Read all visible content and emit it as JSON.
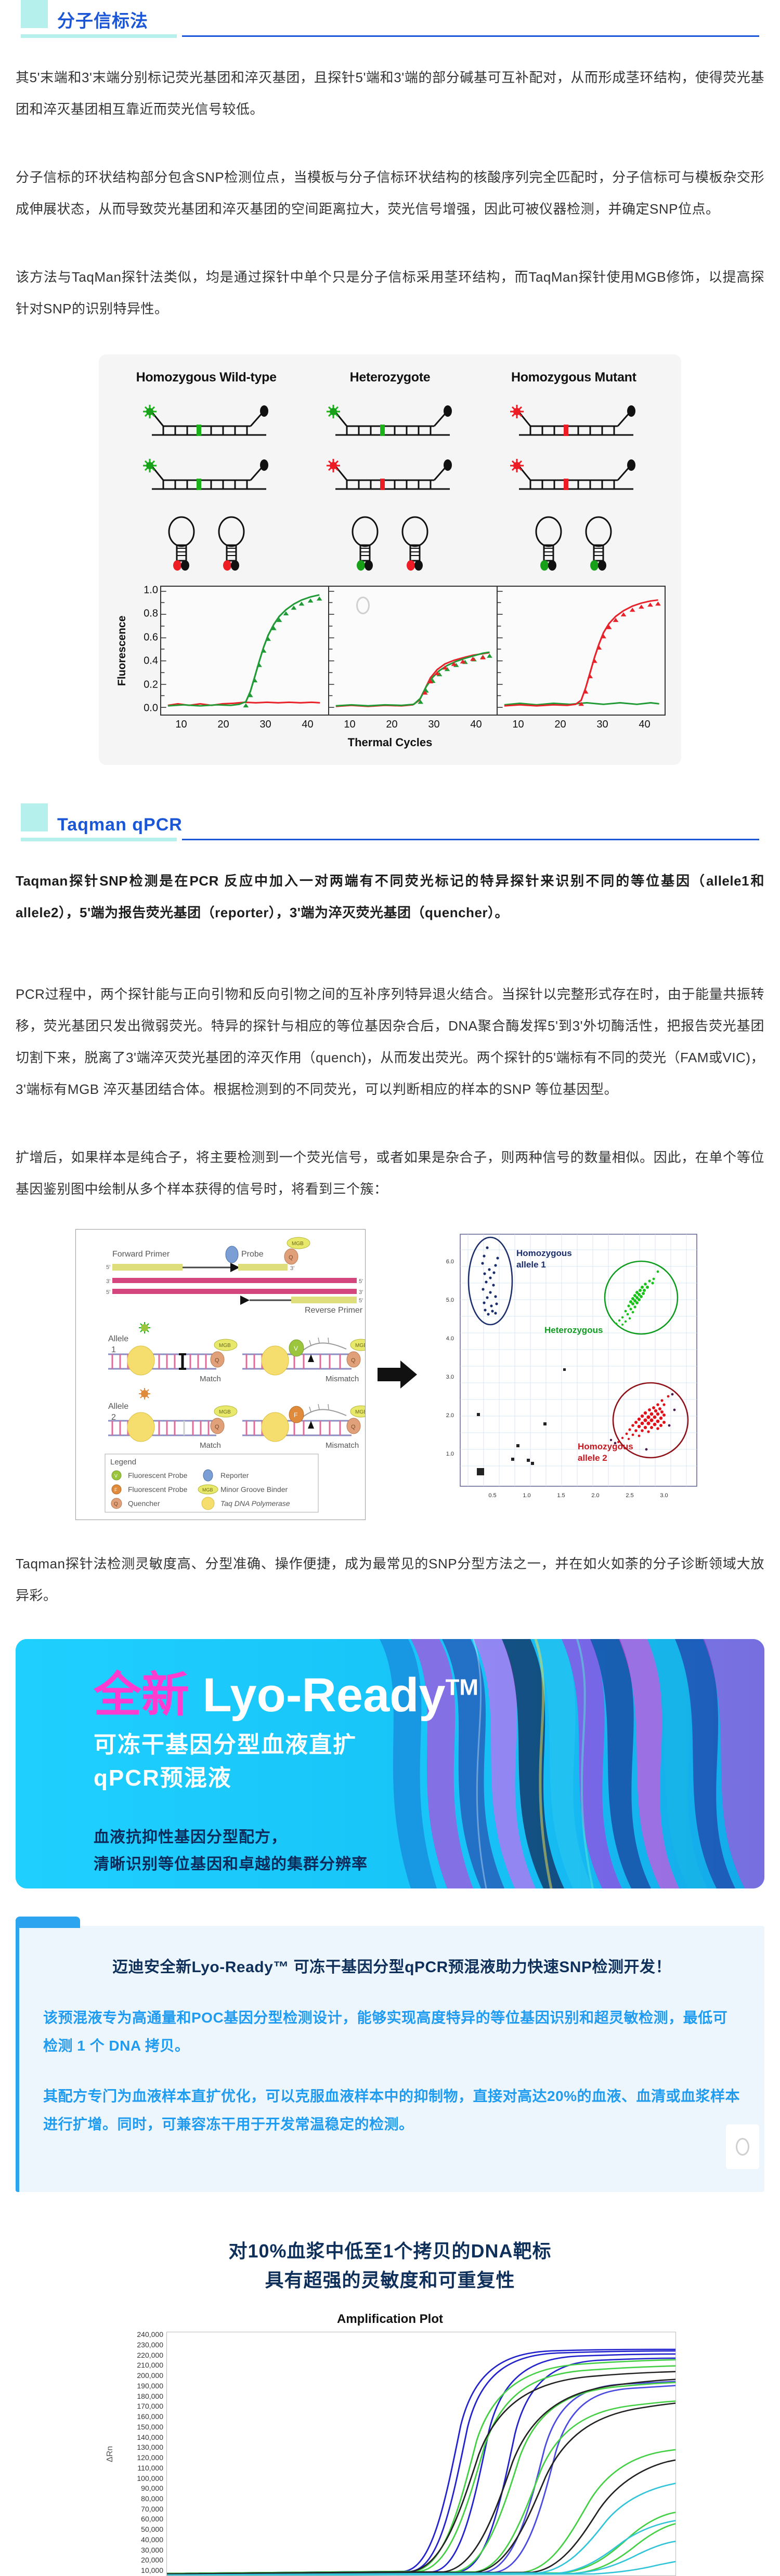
{
  "sections": [
    {
      "id": "molecular-beacon",
      "title": "分子信标法",
      "paragraphs": [
        "其5'末端和3'末端分别标记荧光基团和淬灭基团，且探针5'端和3'端的部分碱基可互补配对，从而形成茎环结构，使得荧光基团和淬灭基团相互靠近而荧光信号较低。",
        "分子信标的环状结构部分包含SNP检测位点，当模板与分子信标环状结构的核酸序列完全匹配时，分子信标可与模板杂交形成伸展状态，从而导致荧光基团和淬灭基团的空间距离拉大，荧光信号增强，因此可被仪器检测，并确定SNP位点。",
        "该方法与TaqMan探针法类似，均是通过探针中单个只是分子信标采用茎环结构，而TaqMan探针使用MGB修饰，以提高探针对SNP的识别特异性。"
      ]
    },
    {
      "id": "taqman-qpcr",
      "title": "Taqman qPCR",
      "paragraphs": [
        "Taqman探针SNP检测是在PCR 反应中加入一对两端有不同荧光标记的特异探针来识别不同的等位基因（allele1和allele2），5'端为报告荧光基团（reporter），3'端为淬灭荧光基团（quencher）。",
        "PCR过程中，两个探针能与正向引物和反向引物之间的互补序列特异退火结合。当探针以完整形式存在时，由于能量共振转移，荧光基团只发出微弱荧光。特异的探针与相应的等位基因杂合后，DNA聚合酶发挥5'到3'外切酶活性，把报告荧光基团切割下来，脱离了3'端淬灭荧光基团的淬灭作用（quench)，从而发出荧光。两个探针的5'端标有不同的荧光（FAM或VIC)，3'端标有MGB 淬灭基团结合体。根据检测到的不同荧光，可以判断相应的样本的SNP 等位基因型。",
        "扩增后，如果样本是纯合子，将主要检测到一个荧光信号，或者如果是杂合子，则两种信号的数量相似。因此，在单个等位基因鉴别图中绘制从多个样本获得的信号时，将看到三个簇：",
        "Taqman探针法检测灵敏度高、分型准确、操作便捷，成为最常见的SNP分型方法之一，并在如火如荼的分子诊断领域大放异彩。"
      ]
    }
  ],
  "figure_beacon": {
    "panel_titles": [
      "Homozygous Wild-type",
      "Heterozygote",
      "Homozygous Mutant"
    ],
    "chart": {
      "type": "line",
      "title": "",
      "xlabel": "Thermal Cycles",
      "ylabel": "Fluorescence",
      "ylim": [
        0.0,
        1.1
      ],
      "yticks": [
        "1.0",
        "0.8",
        "0.6",
        "0.4",
        "0.2",
        "0.0"
      ],
      "xlim": [
        0,
        45
      ],
      "xticks": [
        "10",
        "20",
        "30",
        "40"
      ],
      "grid": false,
      "legend": "none",
      "panels": [
        {
          "name": "Homozygous Wild-type",
          "series": [
            {
              "name": "green-allele",
              "color": "#1f9a34",
              "takeoff_cycle": 24,
              "plateau": 0.97
            },
            {
              "name": "red-allele",
              "color": "#e8222a",
              "takeoff_cycle": 41,
              "plateau": 0.05
            }
          ]
        },
        {
          "name": "Heterozygote",
          "series": [
            {
              "name": "green-allele",
              "color": "#1f9a34",
              "takeoff_cycle": 26,
              "plateau": 0.52
            },
            {
              "name": "red-allele",
              "color": "#e8222a",
              "takeoff_cycle": 26,
              "plateau": 0.51
            }
          ]
        },
        {
          "name": "Homozygous Mutant",
          "series": [
            {
              "name": "green-allele",
              "color": "#1f9a34",
              "takeoff_cycle": 41,
              "plateau": 0.05
            },
            {
              "name": "red-allele",
              "color": "#e8222a",
              "takeoff_cycle": 23,
              "plateau": 0.93
            }
          ]
        }
      ]
    }
  },
  "figure_taqman": {
    "diagram_labels": {
      "forward_primer": "Forward Primer",
      "reverse_primer": "Reverse Primer",
      "probe": "Probe",
      "allele1": "Allele 1",
      "allele2": "Allele 2",
      "match": "Match",
      "mismatch": "Mismatch",
      "five_prime": "5'",
      "three_prime": "3'"
    },
    "legend": {
      "title": "Legend",
      "items": [
        {
          "label": "Fluorescent Probe",
          "symbol": "V",
          "color": "#9bc53d"
        },
        {
          "label": "Reporter",
          "symbol": "",
          "color": "#7b9fd4"
        },
        {
          "label": "Fluorescent Probe",
          "symbol": "F",
          "color": "#e08a3c"
        },
        {
          "label": "Minor Groove Binder",
          "symbol": "MGB",
          "color": "#e8e86a"
        },
        {
          "label": "Quencher",
          "symbol": "Q",
          "color": "#e0a07a"
        },
        {
          "label": "Taq DNA Polymerase",
          "symbol": "",
          "color": "#f2d24a"
        }
      ]
    },
    "scatter": {
      "type": "scatter",
      "title": "",
      "xlabel": "",
      "ylabel": "",
      "xlim": [
        0,
        3.4
      ],
      "ylim": [
        0.5,
        6.4
      ],
      "xticks": [
        "0.5",
        "1.0",
        "1.5",
        "2.0",
        "2.5",
        "3.0"
      ],
      "yticks": [
        "1.0",
        "2.0",
        "3.0",
        "4.0",
        "5.0",
        "6.0"
      ],
      "grid": true,
      "clusters": [
        {
          "name": "Homozygous allele 1",
          "color": "#1b2d6b",
          "cx": 0.45,
          "cy": 5.45,
          "rx": 0.34,
          "ry": 0.95,
          "n": 22
        },
        {
          "name": "Heterozygous",
          "color": "#19c219",
          "cx": 2.62,
          "cy": 4.85,
          "rx": 0.52,
          "ry": 0.85,
          "n": 120
        },
        {
          "name": "Homozygous allele 2",
          "color": "#c4161c",
          "cx": 2.92,
          "cy": 1.95,
          "rx": 0.48,
          "ry": 0.8,
          "n": 220
        }
      ]
    }
  },
  "banner": {
    "title_cn": "全新",
    "title_en": "Lyo-Ready",
    "title_tm": "TM",
    "subtitle_line1": "可冻干基因分型血液直扩",
    "subtitle_line2": "qPCR预混液",
    "desc_line1": "血液抗抑性基因分型配方，",
    "desc_line2": "清晰识别等位基因和卓越的集群分辨率",
    "colors": {
      "bg": "#18c8f5",
      "accent_pink": "#ff3bd0",
      "text_white": "#ffffff",
      "desc": "#0c2a5a"
    }
  },
  "callout": {
    "title": "迈迪安全新Lyo-Ready™ 可冻干基因分型qPCR预混液助力快速SNP检测开发！",
    "paragraphs": [
      "该预混液专为高通量和POC基因分型检测设计，能够实现高度特异的等位基因识别和超灵敏检测，最低可检测 1 个 DNA 拷贝。",
      "其配方专门为血液样本直扩优化，可以克服血液样本中的抑制物，直接对高达20%的血液、血清或血浆样本进行扩增。同时，可兼容冻干用于开发常温稳定的检测。"
    ],
    "colors": {
      "bg": "#eef6fd",
      "border": "#2ca4ef",
      "title": "#0e2f59",
      "body": "#1f9bf0"
    }
  },
  "bottom": {
    "title_line1": "对10%血浆中低至1个拷贝的DNA靶标",
    "title_line2": "具有超强的灵敏度和可重复性",
    "chart_data": {
      "type": "line",
      "title": "Amplification Plot",
      "xlabel": "",
      "ylabel": "ΔRn",
      "ylim": [
        0,
        240000
      ],
      "yticks": [
        "240,000",
        "230,000",
        "220,000",
        "210,000",
        "200,000",
        "190,000",
        "180,000",
        "170,000",
        "160,000",
        "150,000",
        "140,000",
        "130,000",
        "120,000",
        "110,000",
        "100,000",
        "90,000",
        "80,000",
        "70,000",
        "60,000",
        "50,000",
        "40,000",
        "30,000",
        "20,000",
        "10,000"
      ],
      "xlim": [
        0,
        40
      ],
      "xticks": [],
      "grid": false,
      "legend": "none",
      "series": [
        {
          "name": "blue-rep-1",
          "color": "#2222cc",
          "ct": 21.5,
          "plateau": 231000
        },
        {
          "name": "blue-rep-2",
          "color": "#2222cc",
          "ct": 22.0,
          "plateau": 230000
        },
        {
          "name": "blue-rep-3",
          "color": "#2222cc",
          "ct": 24.0,
          "plateau": 228000
        },
        {
          "name": "blue-rep-4",
          "color": "#2222cc",
          "ct": 26.0,
          "plateau": 226000
        },
        {
          "name": "blue-rep-5",
          "color": "#4a4ae0",
          "ct": 28.5,
          "plateau": 206000
        },
        {
          "name": "blue-rep-6",
          "color": "#4a4ae0",
          "ct": 29.5,
          "plateau": 203000
        },
        {
          "name": "green-rep-1",
          "color": "#44d044",
          "ct": 22.5,
          "plateau": 196000
        },
        {
          "name": "green-rep-2",
          "color": "#44d044",
          "ct": 23.0,
          "plateau": 192000
        },
        {
          "name": "green-rep-3",
          "color": "#44d044",
          "ct": 26.5,
          "plateau": 178000
        },
        {
          "name": "green-rep-4",
          "color": "#44d044",
          "ct": 28.0,
          "plateau": 166000
        },
        {
          "name": "green-rep-5",
          "color": "#44d044",
          "ct": 32.0,
          "plateau": 120000
        },
        {
          "name": "green-rep-6",
          "color": "#44d044",
          "ct": 35.0,
          "plateau": 52000
        },
        {
          "name": "green-rep-7",
          "color": "#44d044",
          "ct": 36.0,
          "plateau": 45000
        },
        {
          "name": "black-rep-1",
          "color": "#222222",
          "ct": 22.0,
          "plateau": 188000
        },
        {
          "name": "black-rep-2",
          "color": "#222222",
          "ct": 25.0,
          "plateau": 186000
        },
        {
          "name": "black-rep-3",
          "color": "#222222",
          "ct": 28.0,
          "plateau": 174000
        },
        {
          "name": "black-rep-4",
          "color": "#222222",
          "ct": 33.0,
          "plateau": 140000
        },
        {
          "name": "cyan-rep-1",
          "color": "#2fc4d8",
          "ct": 33.5,
          "plateau": 74000
        },
        {
          "name": "cyan-rep-2",
          "color": "#2fc4d8",
          "ct": 35.0,
          "plateau": 40000
        },
        {
          "name": "cyan-rep-3",
          "color": "#2fc4d8",
          "ct": 36.5,
          "plateau": 28000
        },
        {
          "name": "cyan-rep-4",
          "color": "#2fc4d8",
          "ct": 37.5,
          "plateau": 12000
        }
      ]
    }
  }
}
